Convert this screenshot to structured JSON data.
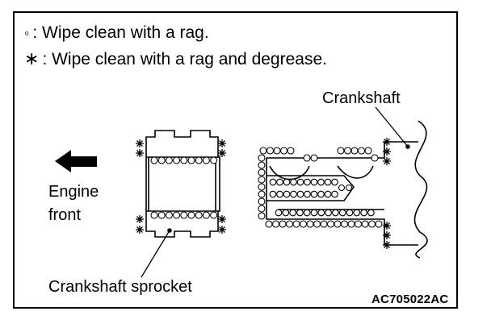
{
  "legend": {
    "circle_symbol": "◦",
    "circle_text": ": Wipe clean with a rag.",
    "star_symbol": "∗",
    "star_text": ": Wipe clean with a rag and degrease."
  },
  "labels": {
    "crankshaft": "Crankshaft",
    "engine_line1": "Engine",
    "engine_line2": "front",
    "sprocket": "Crankshaft sprocket",
    "figure_code": "AC705022AC"
  },
  "colors": {
    "ink": "#000000",
    "paper": "#ffffff"
  }
}
